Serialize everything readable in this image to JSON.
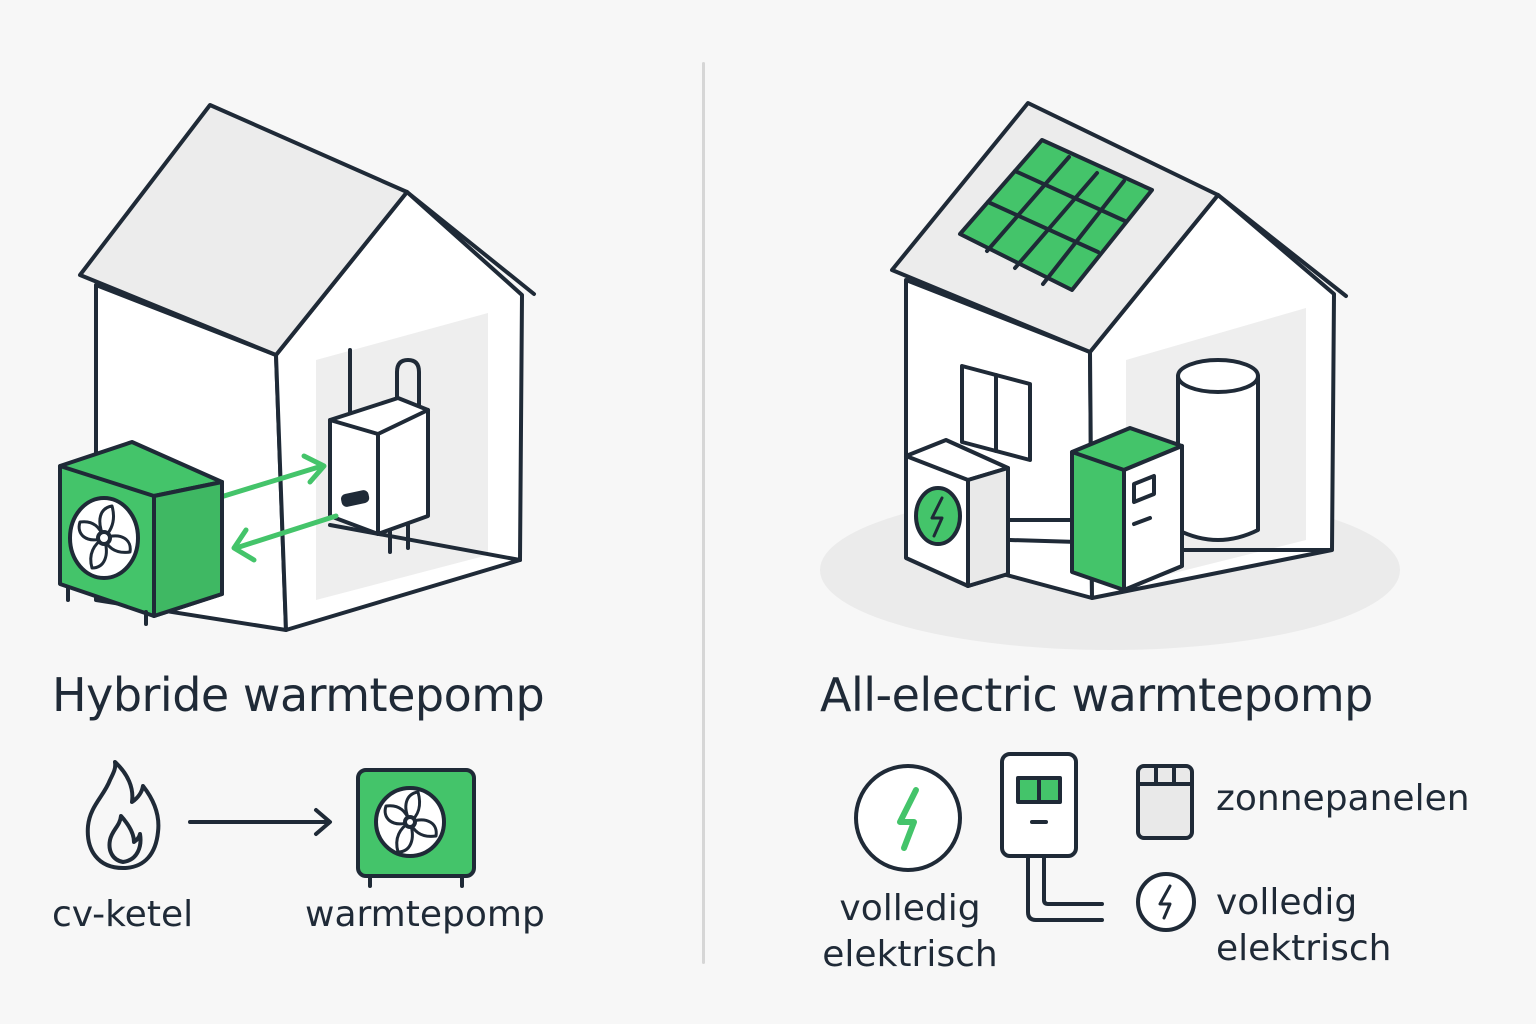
{
  "colors": {
    "accent": "#44c46a",
    "stroke": "#1f2a37",
    "roof": "#ececec",
    "background": "#f7f7f7",
    "divider": "#d6d6d6"
  },
  "left": {
    "title": "Hybride warmtepomp",
    "from_label": "cv-ketel",
    "to_label": "warmtepomp"
  },
  "right": {
    "title": "All-electric warmtepomp",
    "legend": [
      {
        "icon": "lightning-circle-icon",
        "label_line1": "volledig",
        "label_line2": "elektrisch"
      },
      {
        "icon": "solar-panel-icon",
        "label": "zonnepanelen"
      },
      {
        "icon": "lightning-circle-icon",
        "label_line1": "volledig",
        "label_line2": "elektrisch"
      }
    ]
  }
}
